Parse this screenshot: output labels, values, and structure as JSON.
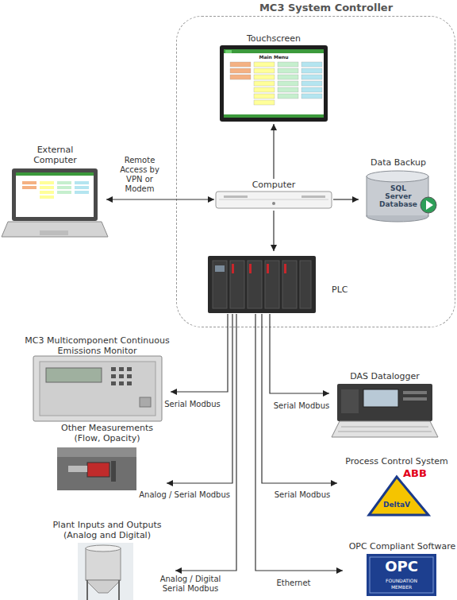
{
  "diagram": {
    "nodes": [
      {
        "text": [
          "MC3 System Controller"
        ]
      },
      {
        "text": [
          "Touchscreen"
        ],
        "in": 0
      },
      {
        "text": [
          "Computer"
        ],
        "in": 0
      },
      {
        "text": [
          "Data Backup",
          "SQL Server Database"
        ],
        "in": 0
      },
      {
        "text": [
          "PLC"
        ],
        "in": 0
      },
      {
        "text": [
          "External Computer"
        ]
      },
      {
        "text": [
          "MC3 Multicomponent Continuous Emissions Monitor"
        ]
      },
      {
        "text": [
          "DAS Datalogger"
        ]
      },
      {
        "text": [
          "Other Measurements (Flow, Opacity)"
        ]
      },
      {
        "text": [
          "Process Control System"
        ]
      },
      {
        "text": [
          "Plant Inputs and Outputs (Analog and Digital)"
        ]
      },
      {
        "text": [
          "OPC Compliant Software"
        ]
      }
    ],
    "edges": [
      {
        "from": 5,
        "to": 2,
        "label": "Remote Access by VPN or Modem",
        "arrow": "both"
      },
      {
        "from": 2,
        "to": 1,
        "arrow": "to"
      },
      {
        "from": 2,
        "to": 3,
        "arrow": "to"
      },
      {
        "from": 2,
        "to": 4,
        "arrow": "to"
      },
      {
        "from": 4,
        "to": 6,
        "label": "Serial Modbus",
        "arrow": "to"
      },
      {
        "from": 4,
        "to": 7,
        "label": "Serial Modbus",
        "arrow": "to"
      },
      {
        "from": 4,
        "to": 8,
        "label": "Analog / Serial Modbus",
        "arrow": "to"
      },
      {
        "from": 4,
        "to": 9,
        "label": "Serial Modbus",
        "arrow": "to"
      },
      {
        "from": 4,
        "to": 10,
        "label": "Analog / Digital Serial Modbus",
        "arrow": "to"
      },
      {
        "from": 4,
        "to": 11,
        "label": "Ethernet",
        "arrow": "to"
      }
    ],
    "labels": [
      "Main Menu",
      "ABB",
      "DeltaV",
      "OPC",
      "FOUNDATION",
      "MEMBER"
    ]
  }
}
